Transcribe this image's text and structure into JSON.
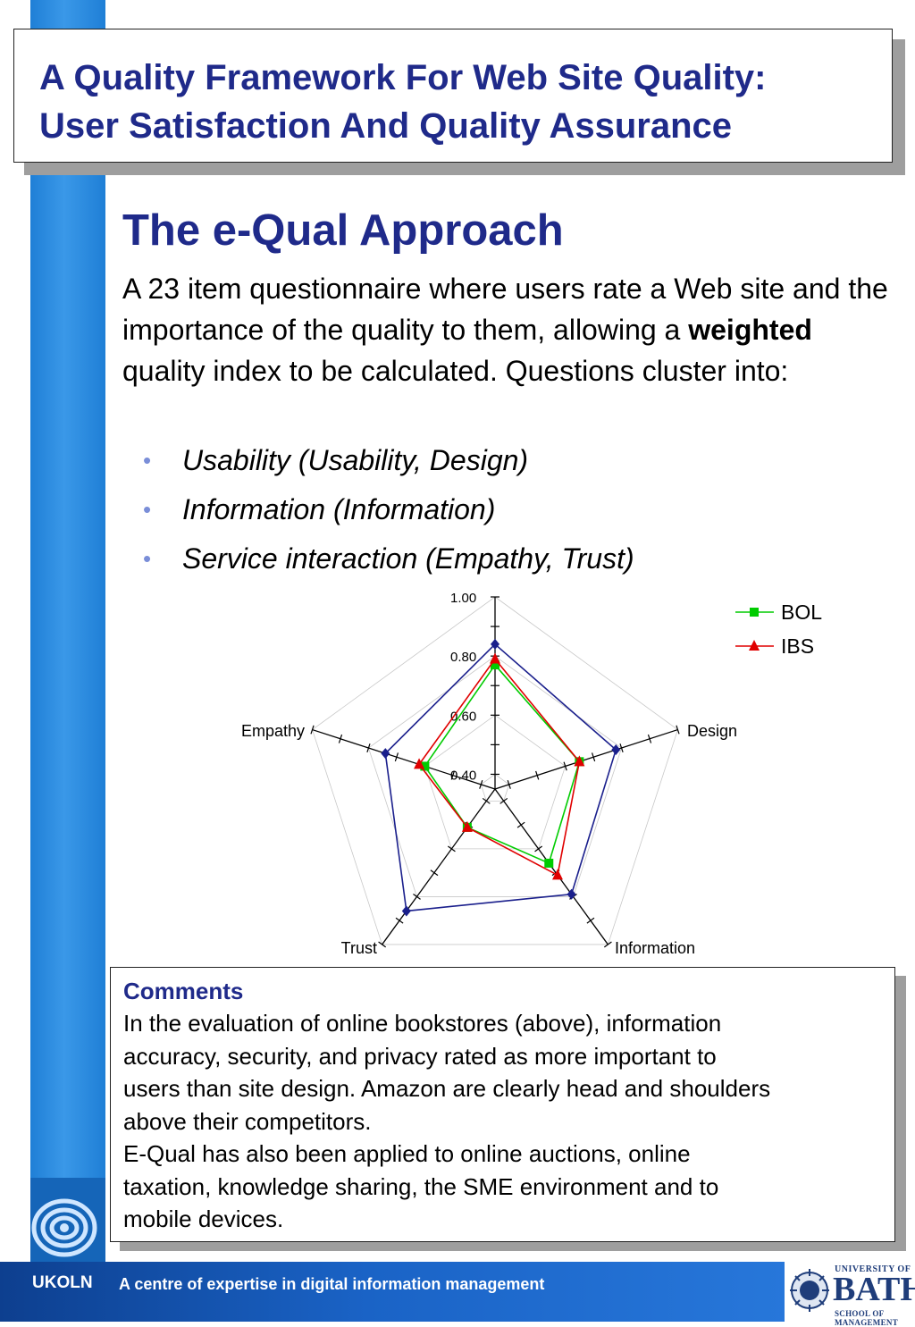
{
  "slide": {
    "title_line1": "A Quality Framework For Web Site Quality:",
    "title_line2": "User Satisfaction And Quality Assurance",
    "heading": "The e-Qual Approach",
    "intro_part1": "A 23 item questionnaire where users rate a Web site and the importance of the quality to them, allowing a ",
    "intro_bold": "weighted",
    "intro_part2": " quality index to be calculated. Questions cluster into:",
    "bullets": [
      "Usability (Usability, Design)",
      "Information (Information)",
      "Service interaction (Empathy, Trust)"
    ],
    "bullet_glyph": "•"
  },
  "chart_data": {
    "type": "radar",
    "axes": [
      "Design",
      "Information",
      "Trust",
      "Empathy"
    ],
    "tick_labels": [
      "0.40",
      "0.60",
      "0.80",
      "1.00"
    ],
    "rlim": [
      0.35,
      1.0
    ],
    "series": [
      {
        "name": "",
        "color": "#1a1f8c",
        "marker": "diamond",
        "values": [
          0.84,
          0.78,
          0.79,
          0.86,
          0.74
        ]
      },
      {
        "name": "BOL",
        "color": "#00cc00",
        "marker": "square",
        "values": [
          0.77,
          0.65,
          0.66,
          0.51,
          0.6
        ]
      },
      {
        "name": "IBS",
        "color": "#e00000",
        "marker": "triangle",
        "values": [
          0.79,
          0.65,
          0.71,
          0.51,
          0.62
        ]
      }
    ],
    "legend_position": "top-right"
  },
  "comments": {
    "title": "Comments",
    "lines": [
      "In the evaluation of online bookstores (above), information",
      "accuracy, security, and privacy rated as more important to",
      "users than site design. Amazon are clearly head and shoulders",
      "above their competitors.",
      "E-Qual has also been applied to online auctions, online",
      "taxation, knowledge sharing, the SME environment and to",
      "mobile devices."
    ]
  },
  "footer": {
    "brand": "UKOLN",
    "tagline": "A centre of expertise in digital information management",
    "bath_university": "UNIVERSITY OF",
    "bath_name": "BATH",
    "bath_school": "SCHOOL OF MANAGEMENT"
  },
  "colors": {
    "title_blue": "#1f2a8a",
    "band_blue": "#2b8ae0",
    "footer_blue": "#1a63c6"
  }
}
